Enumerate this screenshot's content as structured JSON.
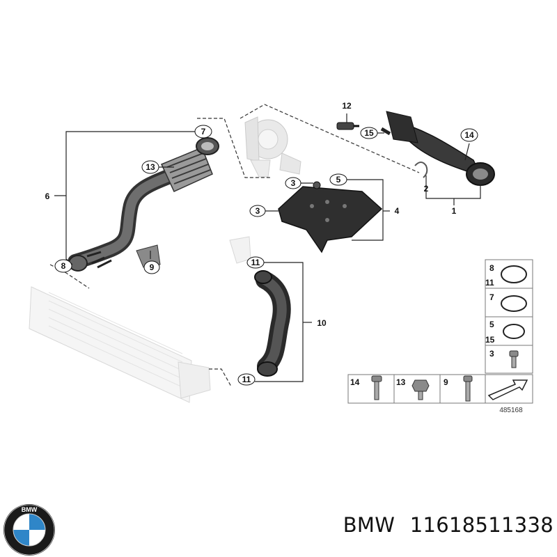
{
  "caption": {
    "brand": "BMW",
    "part_number": "11618511338"
  },
  "logo": {
    "text": "BMW",
    "colors": {
      "ring": "#1a1a1a",
      "blue": "#2f86c8",
      "white": "#ffffff"
    }
  },
  "diagram": {
    "callouts": {
      "c1": "1",
      "c2": "2",
      "c3a": "3",
      "c3b": "3",
      "c4": "4",
      "c5": "5",
      "c6": "6",
      "c7": "7",
      "c8": "8",
      "c9": "9",
      "c10": "10",
      "c11a": "11",
      "c11b": "11",
      "c12": "12",
      "c13": "13",
      "c14": "14",
      "c15": "15"
    },
    "legend": {
      "r1a": "8",
      "r1b": "11",
      "r2": "7",
      "r3a": "5",
      "r3b": "15",
      "r4": "3",
      "b1": "14",
      "b2": "13",
      "b3": "9"
    },
    "reference": "485168"
  }
}
